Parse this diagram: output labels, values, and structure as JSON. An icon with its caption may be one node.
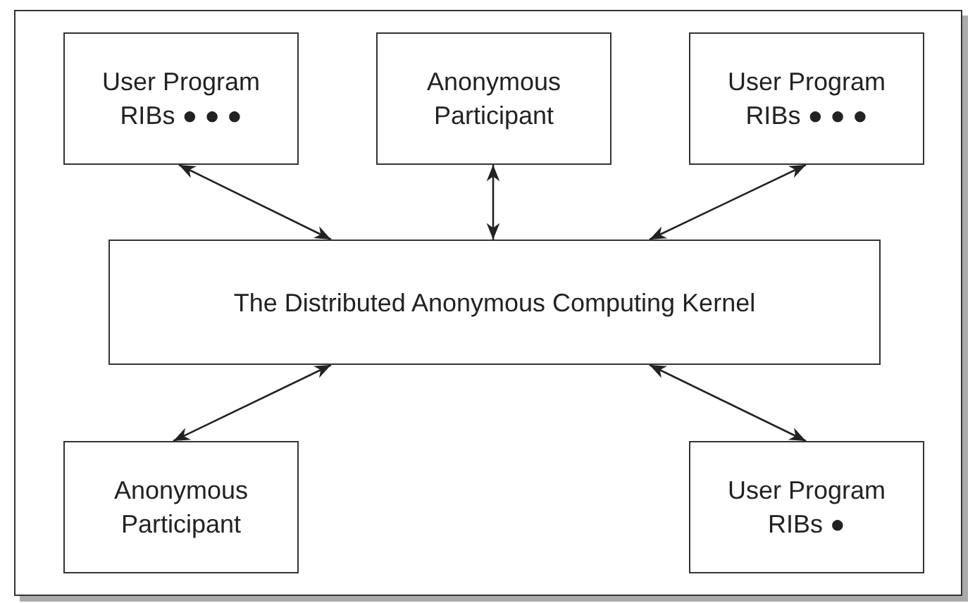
{
  "diagram": {
    "nodes": [
      {
        "text": [
          "User Program RIBs ● ● ●"
        ]
      },
      {
        "text": [
          "Anonymous Participant"
        ]
      },
      {
        "text": [
          "User Program RIBs ● ● ●"
        ]
      },
      {
        "text": [
          "The Distributed Anonymous Computing Kernel"
        ]
      },
      {
        "text": [
          "Anonymous Participant"
        ]
      },
      {
        "text": [
          "User Program RIBs ●"
        ]
      }
    ],
    "edges": [
      {
        "from": 0,
        "to": 3,
        "arrow": "both"
      },
      {
        "from": 1,
        "to": 3,
        "arrow": "both"
      },
      {
        "from": 2,
        "to": 3,
        "arrow": "both"
      },
      {
        "from": 3,
        "to": 4,
        "arrow": "both"
      },
      {
        "from": 3,
        "to": 5,
        "arrow": "both"
      }
    ]
  }
}
